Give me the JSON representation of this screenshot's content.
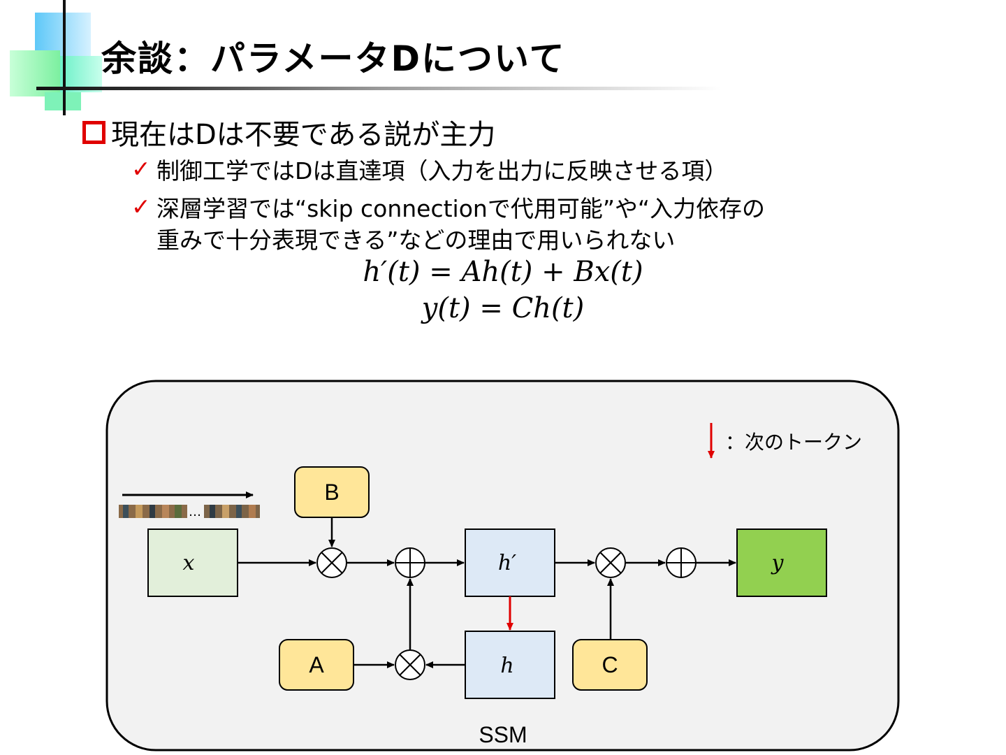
{
  "slide": {
    "title": "余談：パラメータDについて",
    "main_bullet": "現在はDは不要である説が主力",
    "sub_bullets": [
      "制御工学ではDは直達項（入力を出力に反映させる項）",
      "深層学習では“skip connectionで代用可能”や“入力依存の",
      "重みで十分表現できる”などの理由で用いられない"
    ],
    "check_mark": "✓",
    "formulas": [
      "h′(t) = Ah(t) + Bx(t)",
      "y(t) = Ch(t)"
    ]
  },
  "diagram": {
    "container_label": "SSM",
    "legend_text": "：次のトークン",
    "token_ellipsis": "…",
    "nodes": {
      "x": "x",
      "B": "B",
      "h_prime": "h′",
      "h": "h",
      "A": "A",
      "C": "C",
      "y": "y"
    },
    "colors": {
      "container_fill": "#f2f2f2",
      "param_fill": "#ffe699",
      "input_fill": "#e2efda",
      "state_fill": "#dde9f6",
      "output_fill": "#92d050",
      "next_token_arrow": "#e00000"
    }
  }
}
